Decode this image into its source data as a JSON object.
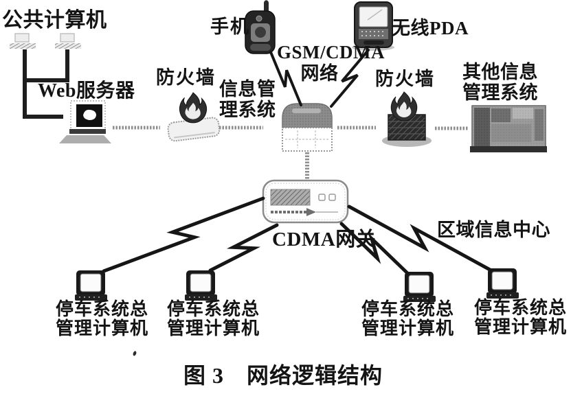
{
  "figure": {
    "caption": "图 3　网络逻辑结构"
  },
  "labels": {
    "public_computers": "公共计算机",
    "web_server": "Web服务器",
    "firewall_left": "防火墙",
    "info_mgmt_system": "信息管\n理系统",
    "mobile_phone": "手机",
    "gsm_cdma_network": "GSM/CDMA\n网络",
    "wireless_pda": "无线PDA",
    "firewall_right": "防火墙",
    "other_info_mgmt": "其他信息\n管理系统",
    "cdma_gateway": "CDMA网关",
    "regional_info_center": "区域信息中心",
    "parking_mgmt_computer": "停车系统总\n管理计算机"
  },
  "icons": {
    "public_computer": "small-desktop-icon",
    "web_server": "desktop-monitor-icon",
    "firewall": "flame-on-block-icon",
    "mobile_phone": "flip-phone-icon",
    "wireless_pda": "pda-icon",
    "info_server": "tower-server-icon",
    "mainframe": "mainframe-cabinet-icon",
    "cdma_gateway": "router-icon",
    "parking_computer": "crt-monitor-icon"
  },
  "links": {
    "wired": "dashed-gray-line",
    "wireless": "lightning-bolt-line",
    "lan_bus": "solid-black-line"
  },
  "colors": {
    "background": "#ffffff",
    "ink": "#161616",
    "link_gray": "#8e8e8e",
    "icon_dark": "#262626",
    "icon_light": "#f2f2f2",
    "shadow_gray": "#b5b5b5"
  }
}
